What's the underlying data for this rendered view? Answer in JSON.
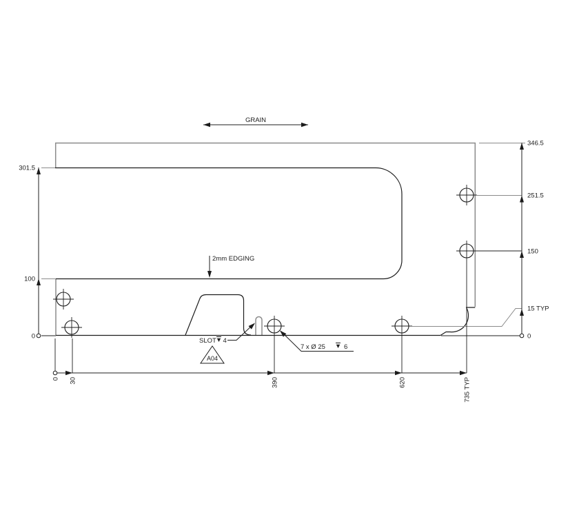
{
  "drawing": {
    "labels": {
      "grain": "GRAIN",
      "edging": "2mm EDGING",
      "slot_prefix": "SLOT",
      "slot_depth": "4",
      "holes_prefix": "7 x Ø 25",
      "holes_depth": "6",
      "edge_marker": "A04"
    },
    "dimensions": {
      "left": [
        "301.5",
        "100",
        "0"
      ],
      "right": [
        "346.5",
        "251.5",
        "150",
        "15 TYP",
        "0"
      ],
      "bottom": [
        "0",
        "30",
        "390",
        "620",
        "735 TYP"
      ]
    },
    "icons": {
      "depth_symbol": "bar-over-down-arrowhead",
      "datum_origin": "small-circle",
      "dimension_arrow": "filled-triangle",
      "hole_center_mark": "circle-with-crosshair"
    },
    "colors": {
      "background": "#ffffff",
      "line_dark": "#1c1c1c",
      "line_light": "#8a8a8a",
      "text": "#1c1c1c"
    }
  }
}
